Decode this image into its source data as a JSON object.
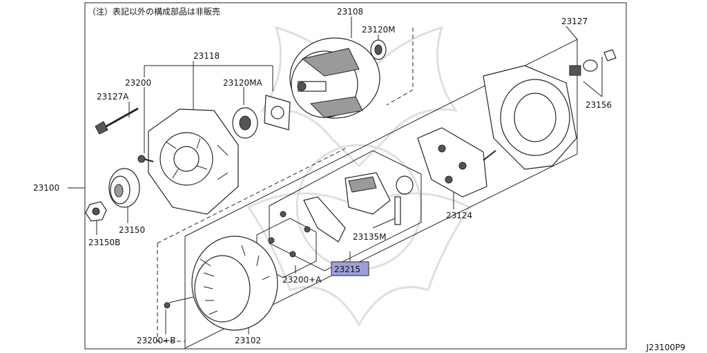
{
  "note": "（注）表記以外の構成部品は非販売",
  "diagram_code": "J23100P9",
  "highlight_color": "#9da0d8",
  "parts": {
    "p23100": "23100",
    "p23108": "23108",
    "p23120m": "23120M",
    "p23118": "23118",
    "p23200": "23200",
    "p23120ma": "23120MA",
    "p23127a": "23127A",
    "p23127": "23127",
    "p23156": "23156",
    "p23150": "23150",
    "p23150b": "23150B",
    "p23124": "23124",
    "p23135m": "23135M",
    "p23215": "23215",
    "p23200a": "23200+A",
    "p23200b": "23200+B",
    "p23102": "23102"
  }
}
